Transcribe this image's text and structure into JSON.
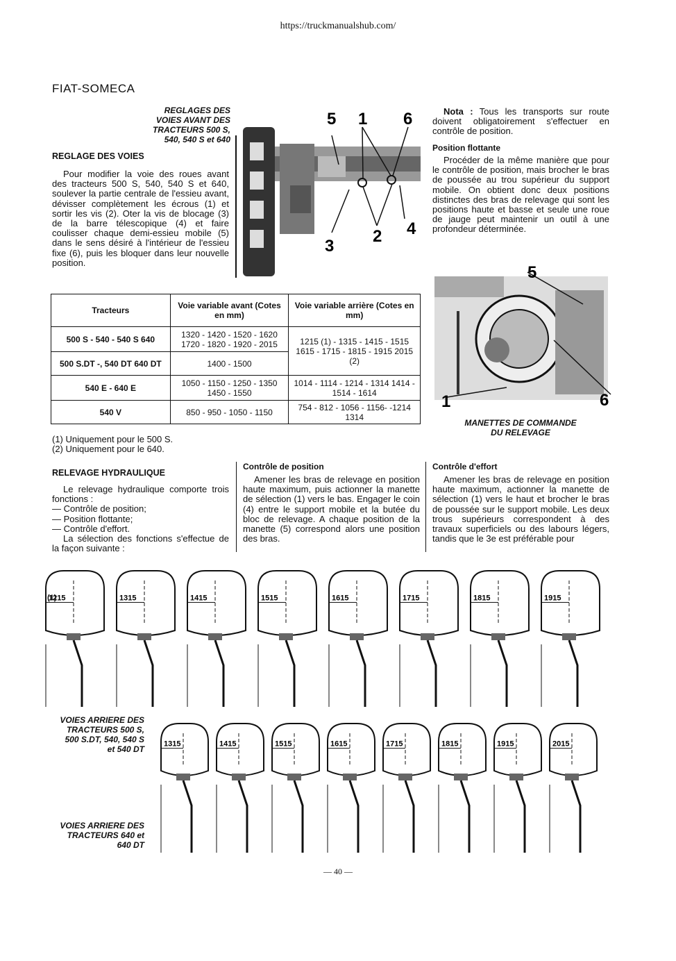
{
  "header": {
    "url": "https://truckmanualshub.com/",
    "brand": "FIAT-SOMECA"
  },
  "caption_front": [
    "REGLAGES DES",
    "VOIES AVANT DES",
    "TRACTEURS 500 S,",
    "540, 540 S et 640"
  ],
  "reglage": {
    "title": "REGLAGE DES VOIES",
    "text": "Pour modifier la voie des roues avant des tracteurs 500 S, 540, 540 S et 640, soulever la partie centrale de l'essieu avant, dévisser complètement les écrous (1) et sortir les vis (2). Oter la vis de blocage (3) de la barre télescopique (4) et faire coulisser chaque demi-essieu mobile (5) dans le sens désiré à l'intérieur de l'essieu fixe (6), puis les bloquer dans leur nouvelle position."
  },
  "fig1_labels": [
    "5",
    "1",
    "6",
    "3",
    "2",
    "4"
  ],
  "nota": {
    "label": "Nota :",
    "text": "Tous les transports sur route doivent obligatoirement s'effectuer en contrôle de position."
  },
  "flottante": {
    "title": "Position flottante",
    "text": "Procéder de la même manière que pour le contrôle de position, mais brocher le bras de poussée au trou supérieur du support mobile. On obtient donc deux positions distinctes des bras de relevage qui sont les positions haute et basse et seule une roue de jauge peut maintenir un outil à une profondeur déterminée."
  },
  "fig2_labels": [
    "5",
    "1",
    "6"
  ],
  "fig2_caption": [
    "MANETTES DE COMMANDE",
    "DU RELEVAGE"
  ],
  "table": {
    "headers": [
      "Tracteurs",
      "Voie variable avant (Cotes en mm)",
      "Voie variable arrière (Cotes en mm)"
    ],
    "rows": [
      {
        "tracteur": "500 S - 540 - 540 S 640",
        "avant": "1320 - 1420 - 1520 - 1620 1720 - 1820 - 1920 - 2015"
      },
      {
        "tracteur": "500 S.DT -, 540 DT 640 DT",
        "avant": "1400 - 1500"
      },
      {
        "tracteur": "540 E - 640 E",
        "avant": "1050 - 1150 - 1250 - 1350 1450 - 1550",
        "arriere": "1014 - 1114 - 1214 - 1314 1414 - 1514 - 1614"
      },
      {
        "tracteur": "540 V",
        "avant": "850 - 950 - 1050 - 1150",
        "arriere": "754 - 812 - 1056 - 1156- -1214 1314"
      }
    ],
    "arriere_merged": "1215 (1) - 1315 - 1415 - 1515 1615 - 1715 - 1815 - 1915 2015 (2)"
  },
  "notes": [
    "(1) Uniquement pour le 500 S.",
    "(2) Uniquement pour le 640."
  ],
  "relevage": {
    "title": "RELEVAGE HYDRAULIQUE",
    "intro": "Le relevage hydraulique comporte trois fonctions :",
    "items": [
      "— Contrôle de position;",
      "— Position flottante;",
      "— Contrôle d'effort."
    ],
    "outro": "La sélection des fonctions s'effectue de la façon suivante :"
  },
  "controle_position": {
    "title": "Contrôle de position",
    "text": "Amener les bras de relevage en position haute maximum, puis actionner la manette de sélection (1) vers le bas. Engager le coin (4) entre le support mobile et la butée du bloc de relevage. A chaque position de la manette (5) correspond alors une position des bras."
  },
  "controle_effort": {
    "title": "Contrôle d'effort",
    "text": "Amener les bras de relevage en position haute maximum, actionner la manette de sélection (1) vers le haut et brocher le bras de poussée sur le support mobile. Les deux trous supérieurs correspondent à des travaux superficiels ou des labours légers, tandis que le 3e est préférable pour"
  },
  "wheels_row1": {
    "note": "(1)",
    "labels": [
      "1215",
      "1315",
      "1415",
      "1515",
      "1615",
      "1715",
      "1815",
      "1915"
    ]
  },
  "wheels_row2": {
    "labels": [
      "1315",
      "1415",
      "1515",
      "1615",
      "1715",
      "1815",
      "1915",
      "2015"
    ]
  },
  "caption_rear1": [
    "VOIES ARRIERE DES",
    "TRACTEURS 500 S,",
    "500 S.DT, 540, 540 S",
    "et 540 DT"
  ],
  "caption_rear2": [
    "VOIES ARRIERE DES",
    "TRACTEURS 640 et",
    "640 DT"
  ],
  "page_number": "— 40 —"
}
